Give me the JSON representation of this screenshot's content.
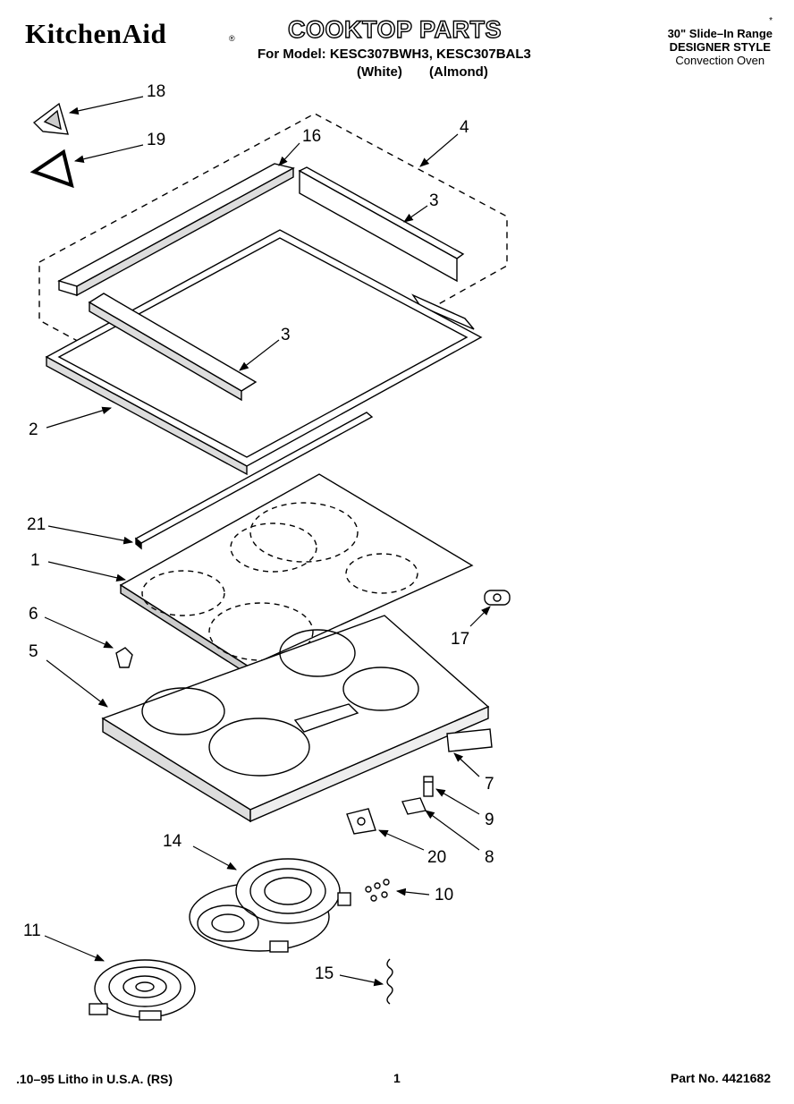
{
  "header": {
    "brand": "KitchenAid",
    "brand_mark": "®",
    "title": "COOKTOP PARTS",
    "model_line": "For Model: KESC307BWH3, KESC307BAL3",
    "variants": [
      "(White)",
      "(Almond)"
    ],
    "range_type": "30\" Slide–In Range",
    "style": "DESIGNER STYLE",
    "oven": "Convection Oven",
    "note_mark": "*"
  },
  "callouts": [
    "18",
    "19",
    "16",
    "4",
    "3",
    "3",
    "2",
    "21",
    "1",
    "6",
    "5",
    "17",
    "7",
    "9",
    "8",
    "20",
    "14",
    "10",
    "11",
    "15"
  ],
  "footer": {
    "litho": ".10–95 Litho in U.S.A. (RS)",
    "page": "1",
    "part_no": "Part No. 4421682"
  }
}
